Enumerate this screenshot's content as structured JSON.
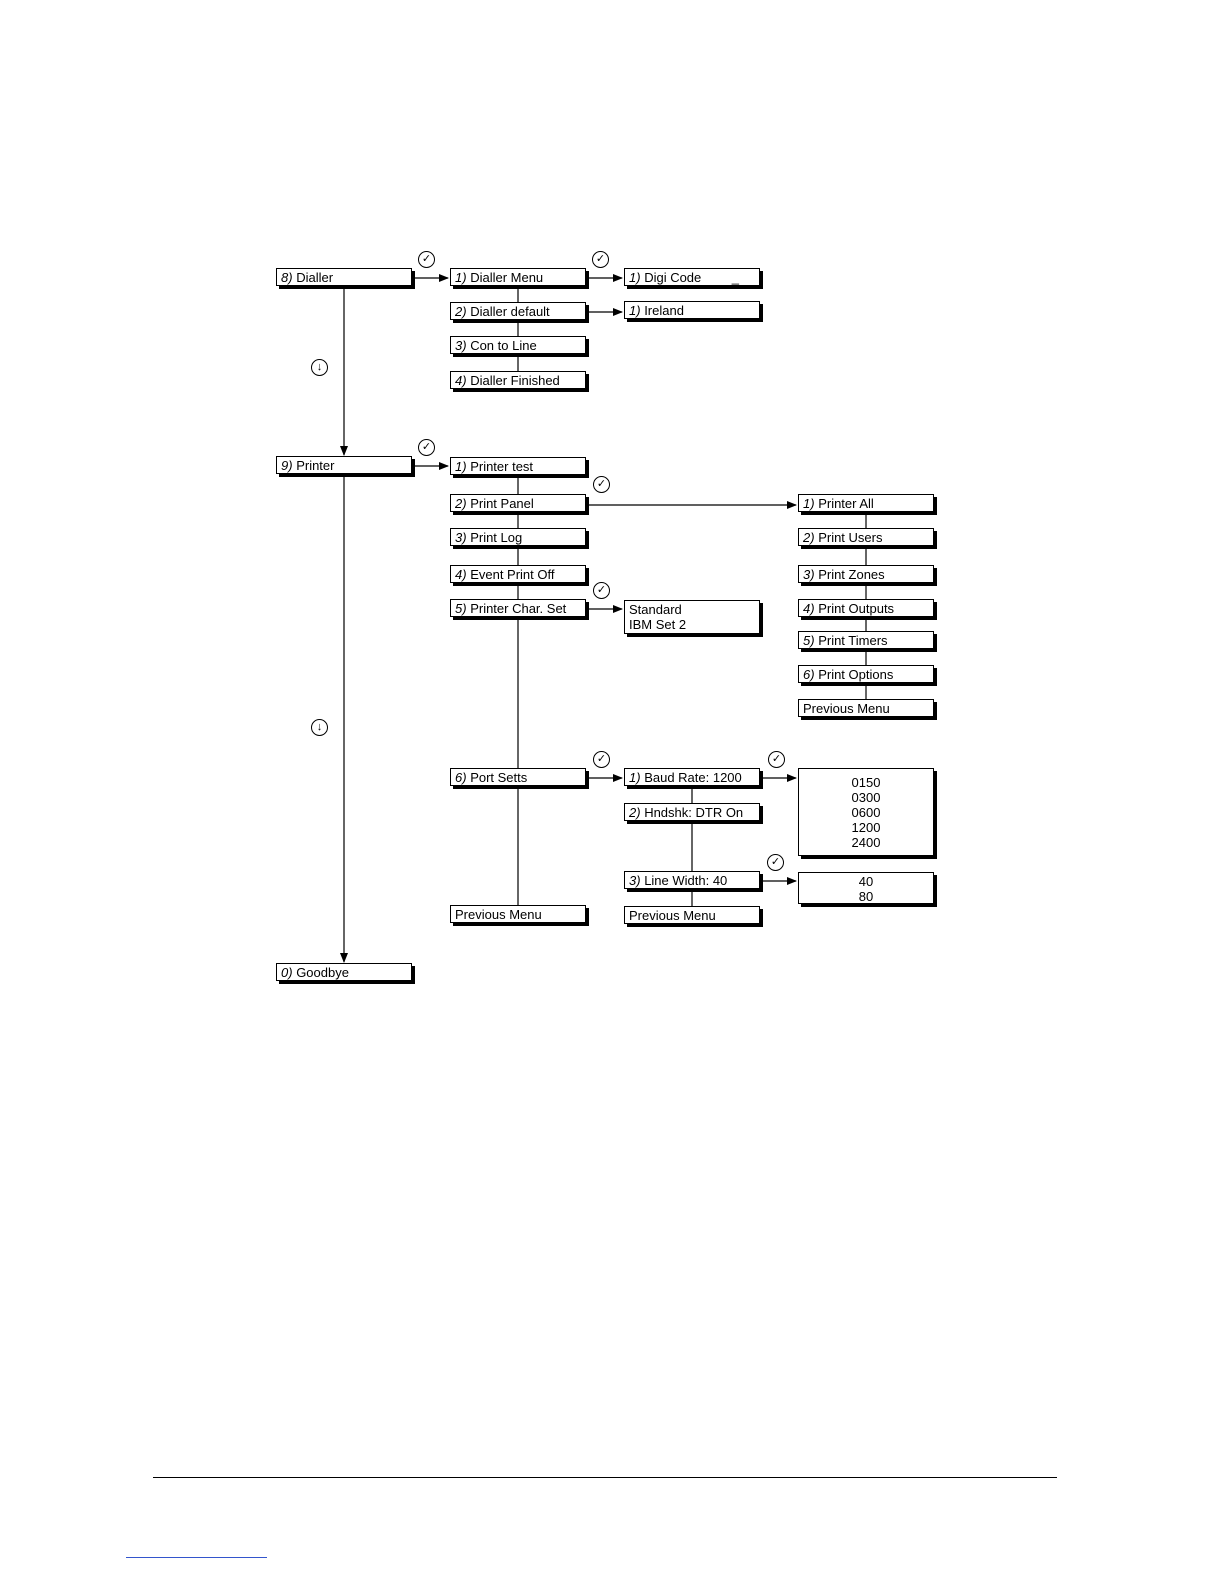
{
  "menu": {
    "dialler": {
      "num": "8)",
      "label": "Dialler"
    },
    "dialler_menu": {
      "num": "1)",
      "label": "Dialler Menu"
    },
    "digi_code": {
      "num": "1)",
      "label": "Digi Code",
      "cursor": "_"
    },
    "dialler_default": {
      "num": "2)",
      "label": "Dialler default"
    },
    "ireland": {
      "num": "1)",
      "label": "Ireland"
    },
    "con_to_line": {
      "num": "3)",
      "label": "Con to Line"
    },
    "dialler_finished": {
      "num": "4)",
      "label": "Dialler Finished"
    },
    "printer": {
      "num": "9)",
      "label": "Printer"
    },
    "printer_test": {
      "num": "1)",
      "label": "Printer test"
    },
    "print_panel": {
      "num": "2)",
      "label": "Print Panel"
    },
    "print_log": {
      "num": "3)",
      "label": "Print Log"
    },
    "event_print_off": {
      "num": "4)",
      "label": "Event Print Off"
    },
    "printer_char_set": {
      "num": "5)",
      "label": "Printer Char. Set"
    },
    "char_set_options": [
      "Standard",
      "IBM Set 2"
    ],
    "printer_all": {
      "num": "1)",
      "label": "Printer All"
    },
    "print_users": {
      "num": "2)",
      "label": "Print Users"
    },
    "print_zones": {
      "num": "3)",
      "label": "Print Zones"
    },
    "print_outputs": {
      "num": "4)",
      "label": "Print Outputs"
    },
    "print_timers": {
      "num": "5)",
      "label": "Print Timers"
    },
    "print_options": {
      "num": "6)",
      "label": "Print Options"
    },
    "panel_previous": {
      "label": "Previous Menu"
    },
    "port_setts": {
      "num": "6)",
      "label": "Port Setts"
    },
    "baud_rate": {
      "num": "1)",
      "label": "Baud Rate: 1200"
    },
    "baud_options": [
      "0150",
      "0300",
      "0600",
      "1200",
      "2400"
    ],
    "handshake": {
      "num": "2)",
      "label": "Hndshk: DTR On"
    },
    "line_width": {
      "num": "3)",
      "label": "Line Width: 40"
    },
    "line_width_options": [
      "40",
      "80"
    ],
    "port_previous": {
      "label": "Previous Menu"
    },
    "printer_previous": {
      "label": "Previous Menu"
    },
    "goodbye": {
      "num": "0)",
      "label": "Goodbye"
    }
  },
  "icons": {
    "ok_glyph": "✓",
    "down_glyph": "↓"
  }
}
